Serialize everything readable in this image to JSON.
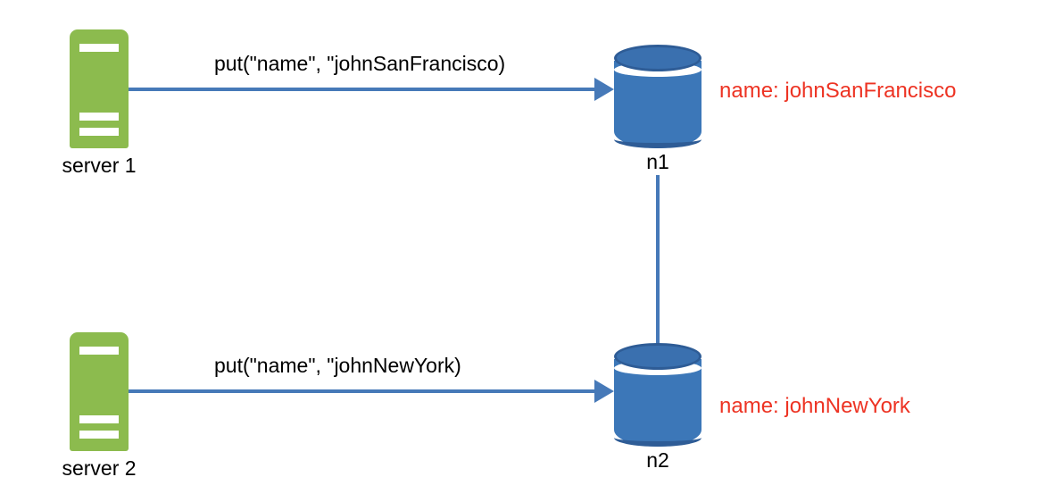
{
  "diagram": {
    "type": "distributed-key-value-conflict",
    "colors": {
      "server_green": "#8CBB4E",
      "db_blue": "#3C77B8",
      "db_blue_dark": "#2E5C96",
      "connector_blue": "#4679B8",
      "value_red": "#ED3323",
      "text_black": "#000000",
      "background": "#FFFFFF"
    },
    "servers": [
      {
        "id": "server-1",
        "label": "server 1"
      },
      {
        "id": "server-2",
        "label": "server 2"
      }
    ],
    "nodes": [
      {
        "id": "n1",
        "label": "n1",
        "stored_value": "name: johnSanFrancisco"
      },
      {
        "id": "n2",
        "label": "n2",
        "stored_value": "name: johnNewYork"
      }
    ],
    "operations": [
      {
        "id": "op-1",
        "from": "server 1",
        "to": "n1",
        "label": "put(\"name\", \"johnSanFrancisco)"
      },
      {
        "id": "op-2",
        "from": "server 2",
        "to": "n2",
        "label": "put(\"name\", \"johnNewYork)"
      }
    ],
    "links": [
      {
        "id": "link-n1-n2",
        "from": "n1",
        "to": "n2",
        "label": ""
      }
    ]
  }
}
